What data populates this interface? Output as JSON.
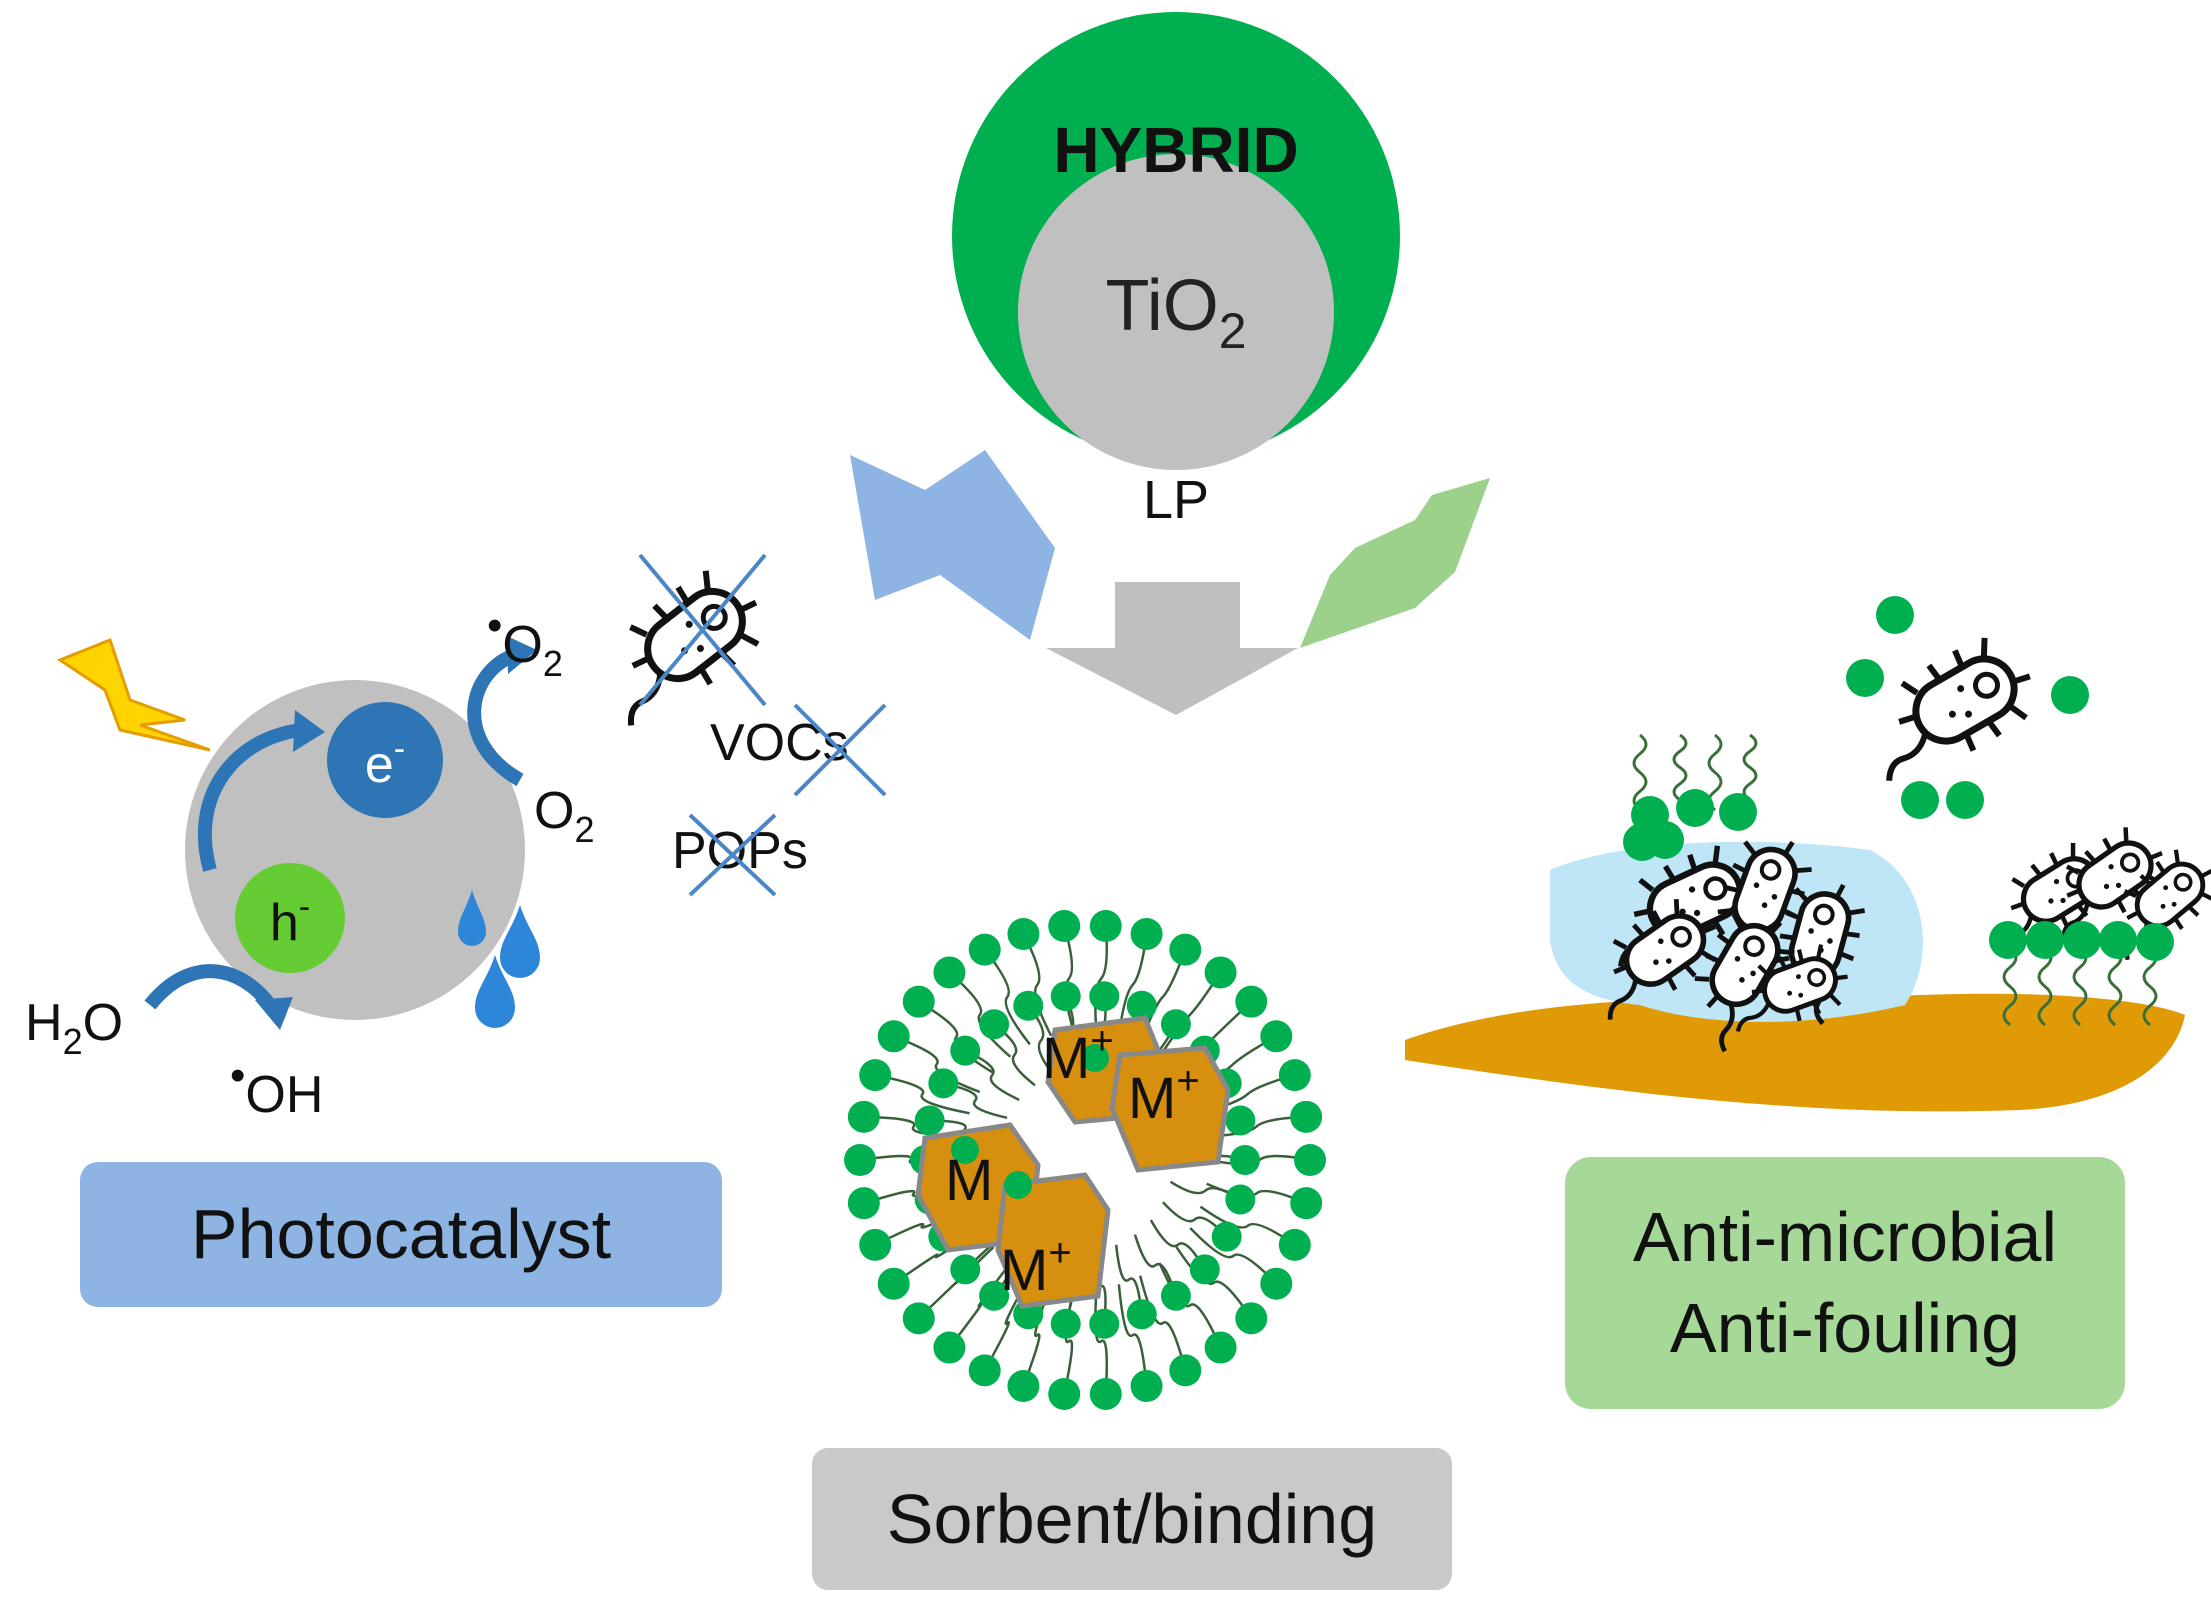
{
  "center": {
    "hybrid_label": "HYBRID",
    "core_label": "TiO",
    "core_sub": "2",
    "shell_label": "LP"
  },
  "photocatalyst": {
    "label": "Photocatalyst",
    "electron": "e",
    "electron_sup": "-",
    "hole": "h",
    "hole_sup": "-",
    "superoxide": "O",
    "superoxide_sub": "2",
    "oxygen": "O",
    "oxygen_sub": "2",
    "water_h": "H",
    "water_sub": "2",
    "water_o": "O",
    "hydroxyl": "OH",
    "vocs": "VOCs",
    "pops": "POPs"
  },
  "sorbent": {
    "label": "Sorbent/binding",
    "metal": "M",
    "metal_sup": "+"
  },
  "antimicrobial": {
    "line1": "Anti-microbial",
    "line2": "Anti-fouling"
  },
  "colors": {
    "shell_green": "#00b050",
    "core_gray": "#c0c0c0",
    "blue_arrow": "#8eb4e3",
    "gray_arrow": "#bfbfbf",
    "green_arrow": "#9bd18b",
    "photocatalyst_box": "#8eb4e3",
    "sorbent_box": "#c9c9c9",
    "antimicrobial_box": "#a6d997",
    "electron_blue": "#2e75b6",
    "hole_green": "#66cc33",
    "drop_blue": "#2e86d9",
    "metal_orange": "#d68f0f",
    "surface_orange": "#df9a06",
    "biofilm_blue": "#bfe6f7",
    "cross_blue": "#4a86c8"
  }
}
